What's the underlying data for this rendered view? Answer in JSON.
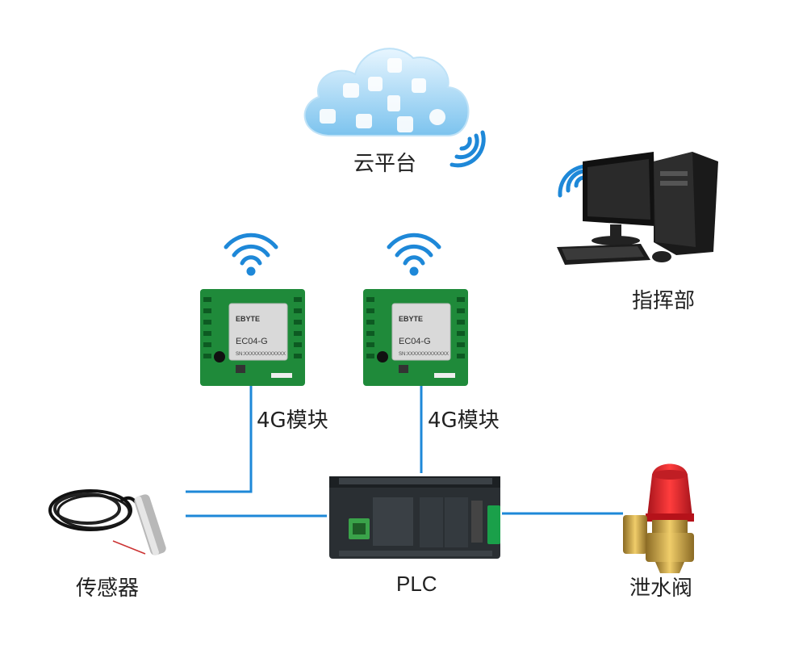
{
  "colors": {
    "link": "#1e88d8",
    "wifi": "#1e88d8",
    "pcb": "#1f8a3a",
    "module": "#d9d9d9"
  },
  "nodes": {
    "cloud": {
      "label": "云平台"
    },
    "command": {
      "label": "指挥部"
    },
    "module_1": {
      "label": "4G模块",
      "brand": "EBYTE",
      "model": "EC04-G",
      "sn": "SN:XXXXXXXXXXXXX"
    },
    "module_2": {
      "label": "4G模块",
      "brand": "EBYTE",
      "model": "EC04-G",
      "sn": "SN:XXXXXXXXXXXXX"
    },
    "sensor": {
      "label": "传感器"
    },
    "plc": {
      "label": "PLC"
    },
    "valve": {
      "label": "泄水阀"
    }
  },
  "icons": {
    "cloud": "cloud-icon",
    "wifi": "wifi-icon",
    "computer": "desktop-computer-icon",
    "sensor": "pressure-sensor-icon",
    "plc": "plc-controller-icon",
    "valve": "relief-valve-icon"
  }
}
